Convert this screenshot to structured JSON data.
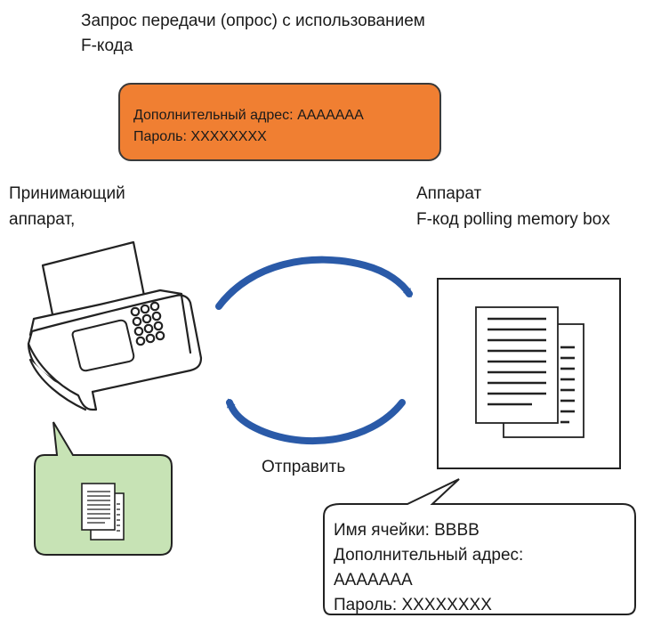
{
  "title": {
    "line1": "Запрос передачи (опрос) с использованием",
    "line2": "F-кода"
  },
  "request_box": {
    "line1": "Дополнительный адрес: AAAAAAA",
    "line2": "Пароль: XXXXXXXX",
    "fill_color": "#f07f32"
  },
  "receiver": {
    "line1": "Принимающий",
    "line2": "аппарат,",
    "icon": "fax-machine-icon"
  },
  "sender": {
    "line1": "Аппарат",
    "line2": "F-код polling memory box",
    "icon": "document-stack-icon"
  },
  "flow": {
    "send_label": "Отправить",
    "arrow_color": "#2a5aa8"
  },
  "received_callout": {
    "fill_color": "#c7e3b5",
    "icon": "received-document-icon"
  },
  "box_callout": {
    "line1": "Имя ячейки: BBBB",
    "line2": "Дополнительный адрес:",
    "line3": "AAAAAAA",
    "line4": "Пароль: XXXXXXXX"
  }
}
